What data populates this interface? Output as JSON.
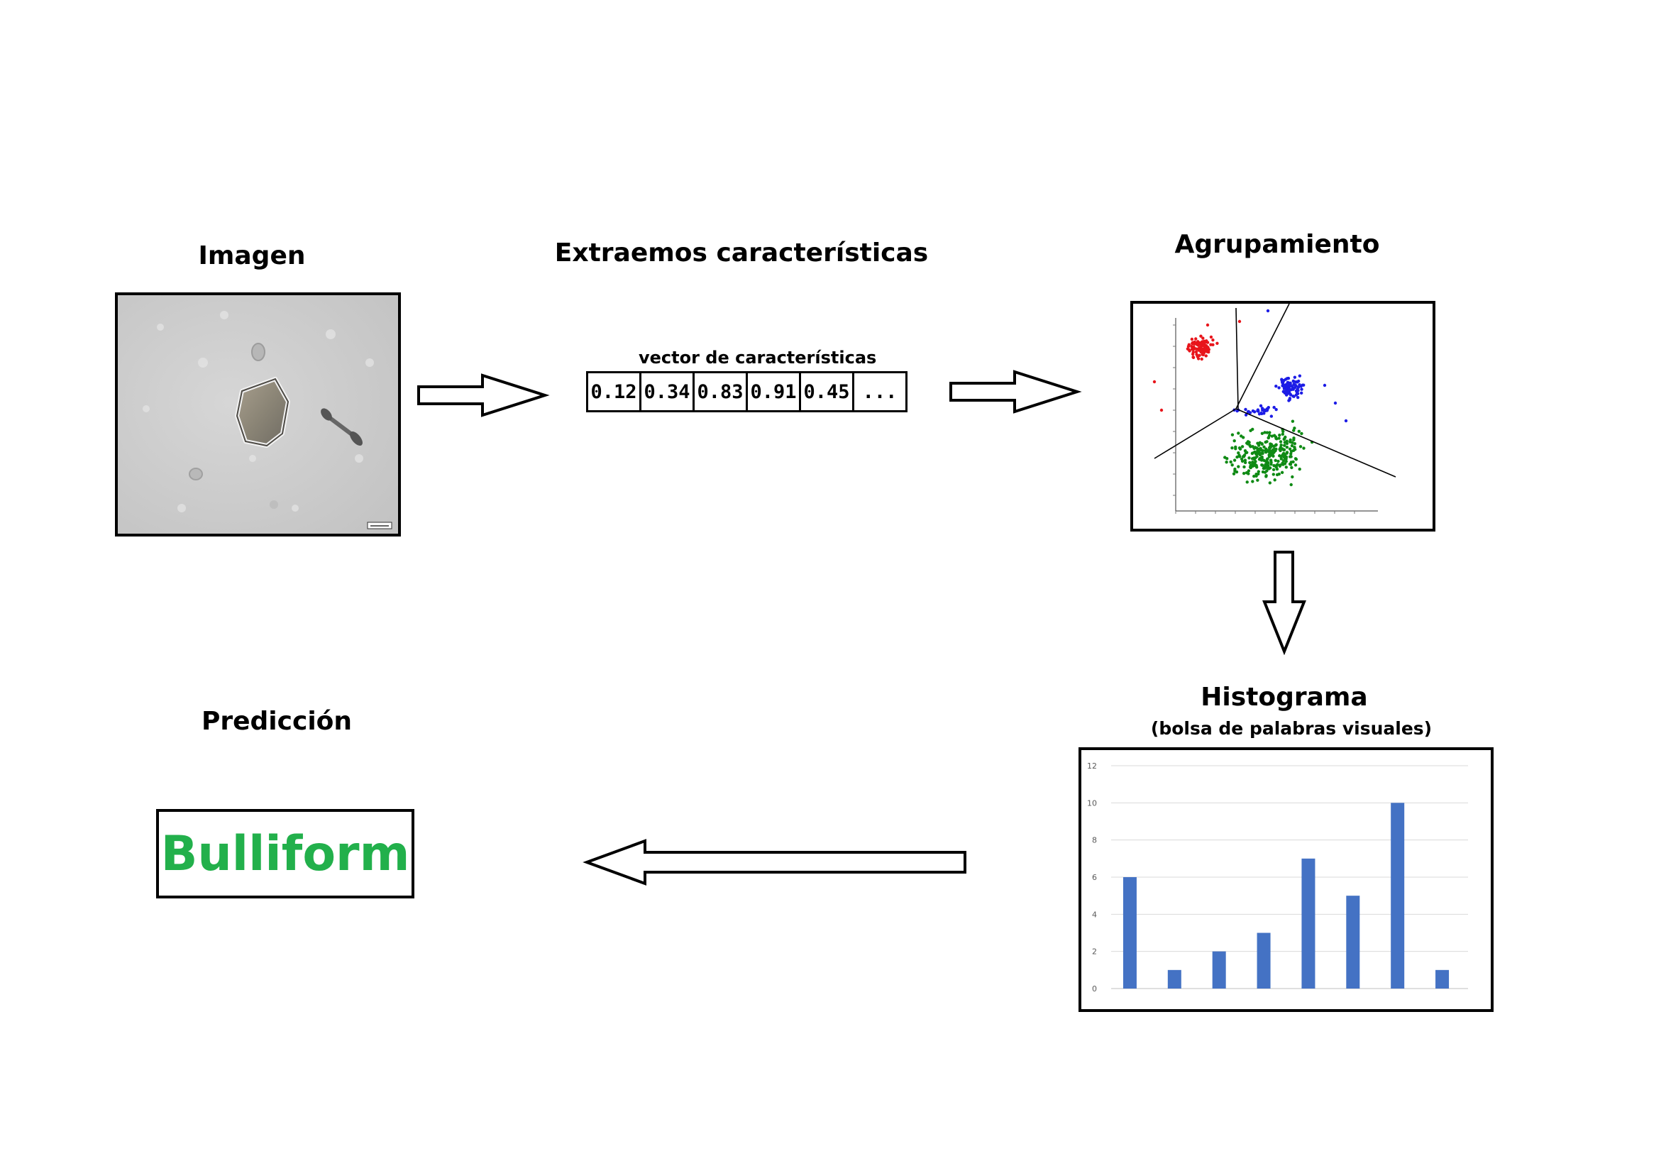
{
  "stages": {
    "image": {
      "title": "Imagen"
    },
    "features": {
      "title": "Extraemos características",
      "vector_label": "vector de características",
      "values": [
        "0.12",
        "0.34",
        "0.83",
        "0.91",
        "0.45",
        "..."
      ]
    },
    "clustering": {
      "title": "Agrupamiento",
      "cluster_colors": [
        "#e8151b",
        "#1c1ce6",
        "#0f8a14"
      ]
    },
    "histogram": {
      "title": "Histograma",
      "subtitle": "(bolsa de palabras visuales)"
    },
    "prediction": {
      "title": "Predicción",
      "label": "Bulliform",
      "color": "#22b04b"
    }
  },
  "chart_data": {
    "type": "bar",
    "categories": [
      "",
      "",
      "",
      "",
      "",
      "",
      "",
      ""
    ],
    "values": [
      6,
      1,
      2,
      3,
      7,
      5,
      10,
      1
    ],
    "yticks": [
      "0",
      "2",
      "4",
      "6",
      "8",
      "10",
      "12"
    ],
    "ylim": [
      0,
      12
    ],
    "grid": true,
    "bar_color": "#4472c4"
  }
}
